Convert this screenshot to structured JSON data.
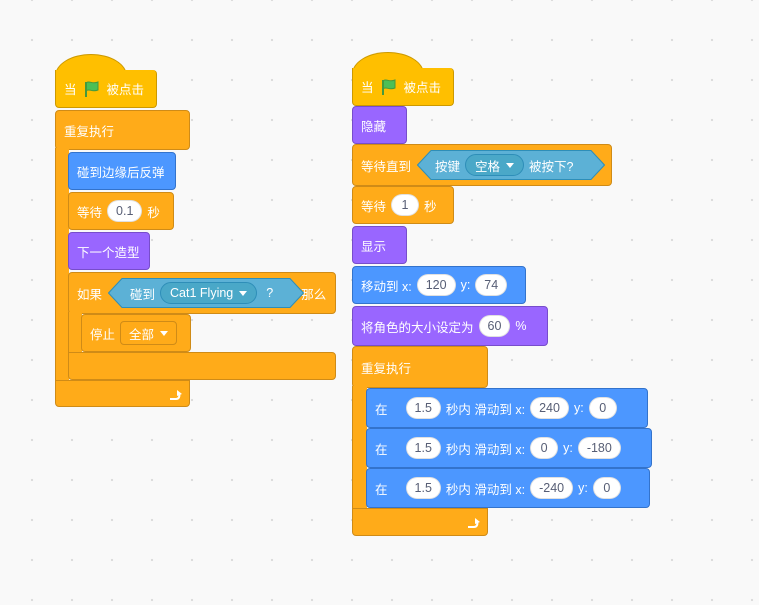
{
  "script1": {
    "hat": {
      "when": "当",
      "flag_icon": "green-flag-icon",
      "clicked": "被点击"
    },
    "forever": {
      "label": "重复执行",
      "loop_icon": "loop-arrow-icon"
    },
    "bounce": {
      "label": "碰到边缘后反弹"
    },
    "wait": {
      "label": "等待",
      "value": "0.1",
      "unit": "秒"
    },
    "next_costume": {
      "label": "下一个造型"
    },
    "if": {
      "label": "如果",
      "then": "那么",
      "sensing": {
        "label": "碰到",
        "target": "Cat1 Flying",
        "q": "?"
      }
    },
    "stop": {
      "label": "停止",
      "option": "全部"
    }
  },
  "script2": {
    "hat": {
      "when": "当",
      "flag_icon": "green-flag-icon",
      "clicked": "被点击"
    },
    "hide": {
      "label": "隐藏"
    },
    "wait_until": {
      "label": "等待直到",
      "sensing": {
        "label": "按键",
        "key": "空格",
        "pressed": "被按下?"
      }
    },
    "wait": {
      "label": "等待",
      "value": "1",
      "unit": "秒"
    },
    "show": {
      "label": "显示"
    },
    "goto": {
      "label": "移动到 x:",
      "x": "120",
      "ylabel": "y:",
      "y": "74"
    },
    "set_size": {
      "label": "将角色的大小设定为",
      "value": "60",
      "unit": "%"
    },
    "forever": {
      "label": "重复执行",
      "loop_icon": "loop-arrow-icon"
    },
    "glides": [
      {
        "in": "在",
        "secs": "1.5",
        "mid": "秒内 滑动到 x:",
        "x": "240",
        "ylabel": "y:",
        "y": "0"
      },
      {
        "in": "在",
        "secs": "1.5",
        "mid": "秒内 滑动到 x:",
        "x": "0",
        "ylabel": "y:",
        "y": "-180"
      },
      {
        "in": "在",
        "secs": "1.5",
        "mid": "秒内 滑动到 x:",
        "x": "-240",
        "ylabel": "y:",
        "y": "0"
      }
    ]
  },
  "colors": {
    "events": "#ffbf00",
    "control": "#ffab19",
    "looks": "#9966ff",
    "motion": "#4c97ff",
    "sensing": "#5cb1d6",
    "flag": "#4cbf56"
  }
}
